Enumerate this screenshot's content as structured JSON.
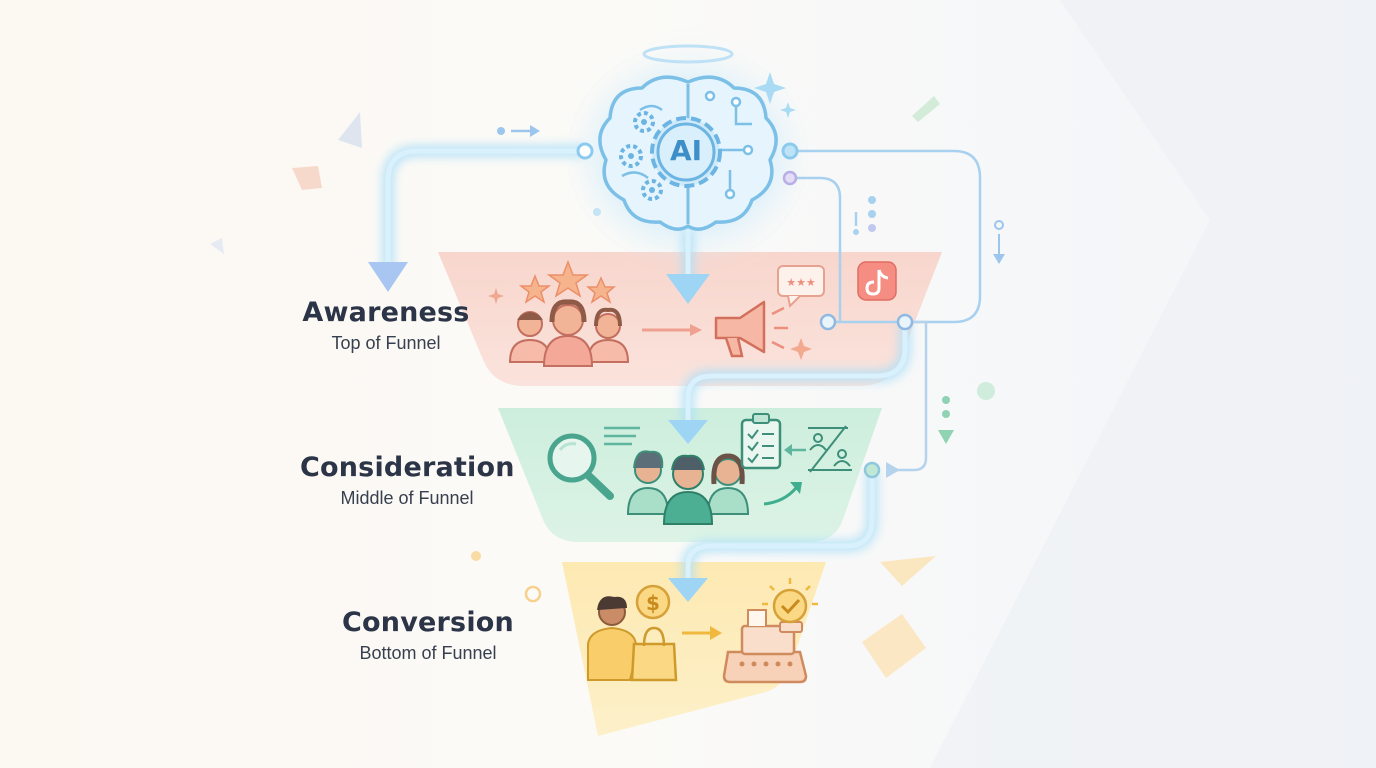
{
  "diagram": {
    "center": {
      "label": "AI"
    },
    "stages": [
      {
        "title": "Awareness",
        "subtitle": "Top of Funnel",
        "color": "#f6c9bf"
      },
      {
        "title": "Consideration",
        "subtitle": "Middle of Funnel",
        "color": "#bfe6d3"
      },
      {
        "title": "Conversion",
        "subtitle": "Bottom of Funnel",
        "color": "#fbe3a2"
      }
    ],
    "colors": {
      "ai_blue": "#5fb2e6",
      "flow_glow": "#bfe6fa",
      "awareness_accent": "#ee8f7d",
      "consideration_accent": "#3fae8e",
      "conversion_accent": "#f0b83f"
    },
    "icons": [
      "ai-brain-icon",
      "gear-icon",
      "halo-icon",
      "sparkle-icon",
      "star-icon",
      "people-group-icon",
      "megaphone-icon",
      "review-bubble-icon",
      "tiktok-icon",
      "magnifier-icon",
      "checklist-icon",
      "compare-profiles-icon",
      "trend-arrow-icon",
      "shopper-icon",
      "dollar-coin-icon",
      "shopping-bag-icon",
      "cash-register-icon",
      "check-badge-icon"
    ]
  }
}
